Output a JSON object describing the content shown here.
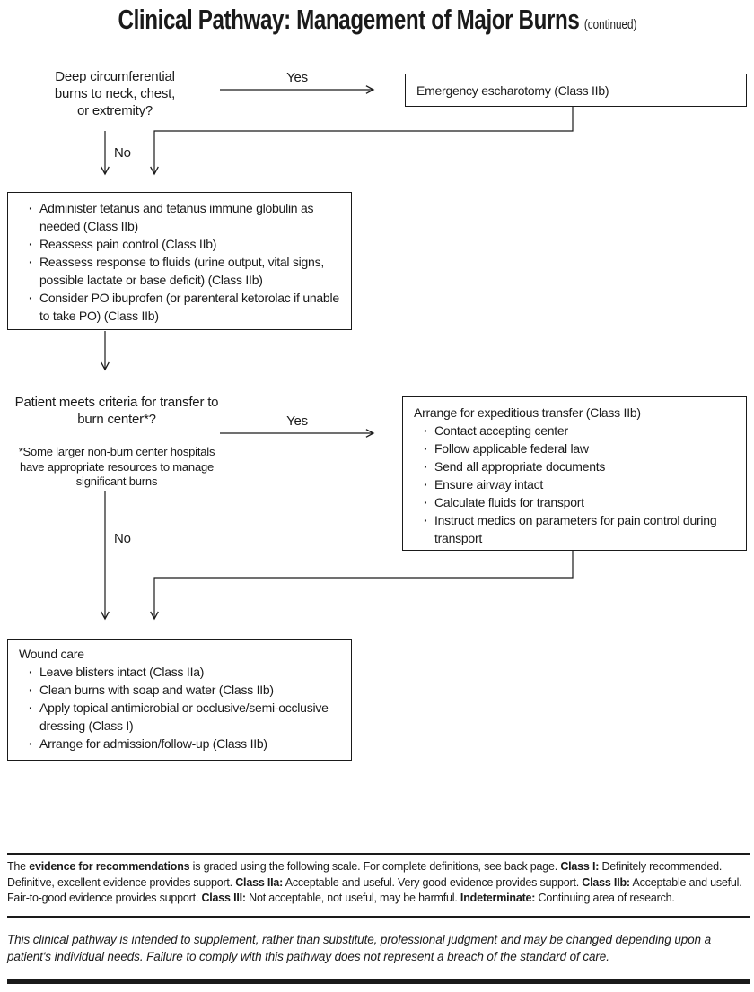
{
  "colors": {
    "ink": "#1a1a1a",
    "background": "#ffffff"
  },
  "title": {
    "main": "Clinical Pathway: Management of Major Burns",
    "continued": "(continued)"
  },
  "flowchart": {
    "decision_burns": {
      "question": "Deep circumferential\nburns to neck, chest,\nor extremity?",
      "yes_label": "Yes",
      "no_label": "No"
    },
    "escharotomy_box": {
      "text": "Emergency escharotomy (Class IIb)"
    },
    "treatment_box": {
      "bullets": [
        "Administer tetanus and tetanus immune globulin as needed (Class IIb)",
        "Reassess pain control (Class IIb)",
        "Reassess response to fluids (urine output, vital signs, possible lactate or base deficit) (Class IIb)",
        "Consider PO ibuprofen (or parenteral ketorolac if unable to take PO) (Class IIb)"
      ]
    },
    "decision_transfer": {
      "question": "Patient meets criteria for transfer to\nburn center*?",
      "footnote": "*Some larger non-burn center hospitals\nhave appropriate resources to manage\nsignificant burns",
      "yes_label": "Yes",
      "no_label": "No"
    },
    "transfer_box": {
      "heading": "Arrange for expeditious transfer (Class IIb)",
      "bullets": [
        "Contact accepting center",
        "Follow applicable federal law",
        "Send all appropriate documents",
        "Ensure airway intact",
        "Calculate fluids for transport",
        "Instruct medics on parameters for pain control during transport"
      ]
    },
    "wound_care_box": {
      "heading": "Wound care",
      "bullets": [
        "Leave blisters intact (Class IIa)",
        "Clean burns with soap and water (Class IIb)",
        "Apply topical antimicrobial or occlusive/semi-occlusive dressing (Class I)",
        "Arrange for admission/follow-up (Class IIb)"
      ]
    }
  },
  "footer": {
    "evidence_scale": [
      {
        "t": "The ",
        "b": false
      },
      {
        "t": "evidence for recommendations",
        "b": true
      },
      {
        "t": " is graded using the following scale. For complete definitions, see back page. ",
        "b": false
      },
      {
        "t": "Class I:",
        "b": true
      },
      {
        "t": " Definitely recommended. Definitive, excellent evidence provides support. ",
        "b": false
      },
      {
        "t": "Class IIa:",
        "b": true
      },
      {
        "t": " Acceptable and useful. Very good evidence provides support. ",
        "b": false
      },
      {
        "t": "Class IIb:",
        "b": true
      },
      {
        "t": " Acceptable and useful. Fair-to-good evidence provides support. ",
        "b": false
      },
      {
        "t": "Class III:",
        "b": true
      },
      {
        "t": " Not acceptable, not useful, may be harmful. ",
        "b": false
      },
      {
        "t": "Indeterminate:",
        "b": true
      },
      {
        "t": " Continuing area of research.",
        "b": false
      }
    ],
    "disclaimer": "This clinical pathway is intended to supplement, rather than substitute, professional judgment and may be changed depending upon a patient's individual needs. Failure to comply with this pathway does not represent a breach of the standard of care."
  }
}
